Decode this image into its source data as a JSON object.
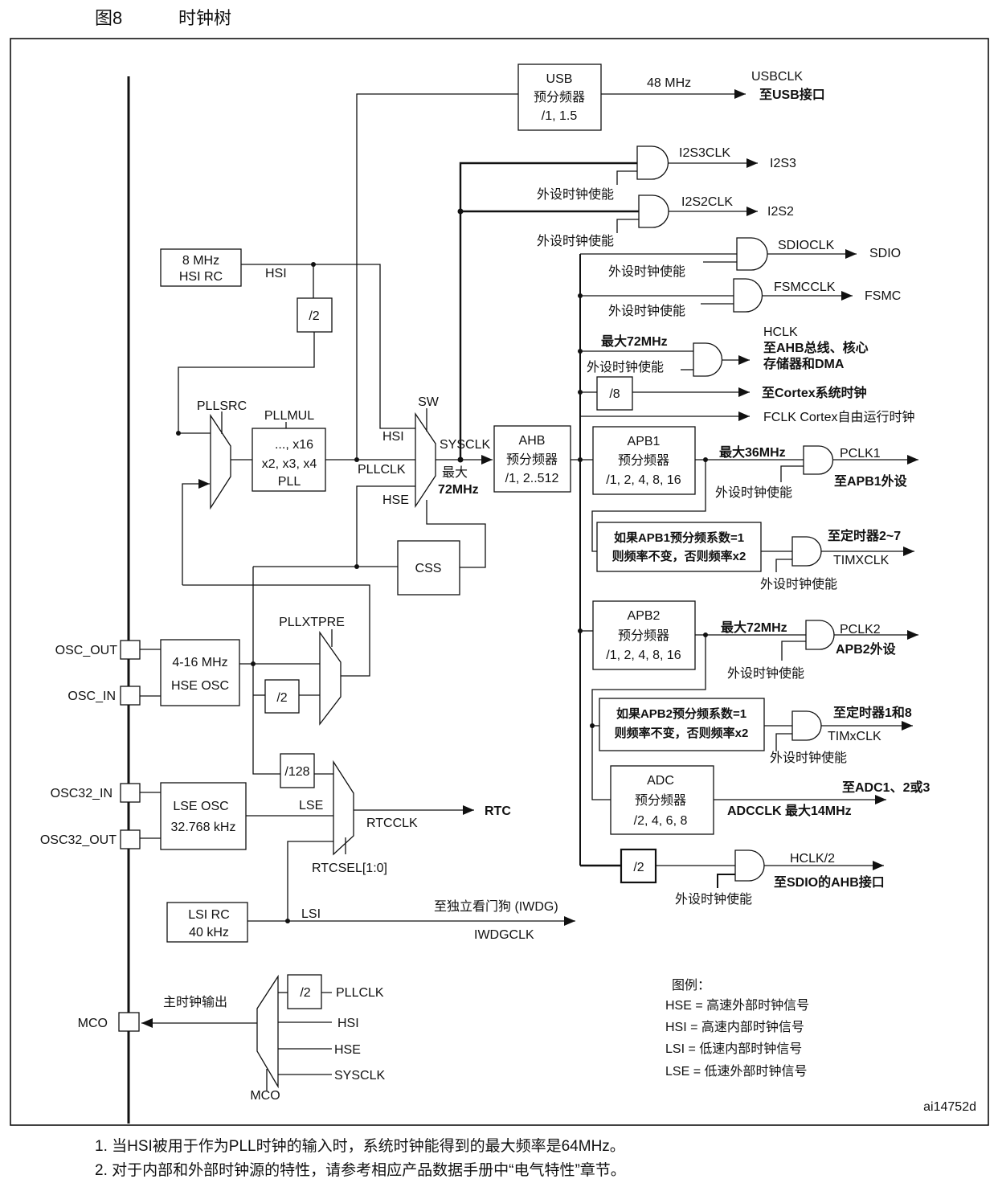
{
  "figure": {
    "number": "图8",
    "title": "时钟树",
    "id": "ai14752d"
  },
  "notes": [
    "1. 当HSI被用于作为PLL时钟的输入时，系统时钟能得到的最大频率是64MHz。",
    "2. 对于内部和外部时钟源的特性，请参考相应产品数据手册中“电气特性”章节。"
  ],
  "enable_label": "外设时钟使能",
  "usb": {
    "lines": [
      "USB",
      "预分频器",
      "/1, 1.5"
    ],
    "freq": "48 MHz",
    "out": "USBCLK",
    "dest": "至USB接口"
  },
  "i2s3": {
    "clk": "I2S3CLK",
    "dest": "I2S3"
  },
  "i2s2": {
    "clk": "I2S2CLK",
    "dest": "I2S2"
  },
  "sdio": {
    "clk": "SDIOCLK",
    "dest": "SDIO"
  },
  "fsmc": {
    "clk": "FSMCCLK",
    "dest": "FSMC"
  },
  "hclk": {
    "max": "最大72MHz",
    "lines": [
      "HCLK",
      "至AHB总线、核心",
      "存储器和DMA"
    ]
  },
  "cortex": {
    "div": "/8",
    "dest": "至Cortex系统时钟",
    "fclk": "FCLK Cortex自由运行时钟"
  },
  "hsi_rc": {
    "lines": [
      "8 MHz",
      "HSI RC"
    ],
    "label": "HSI",
    "div": "/2"
  },
  "pll": {
    "src": "PLLSRC",
    "mul": "PLLMUL",
    "lines": [
      "..., x16",
      "x2, x3, x4",
      "PLL"
    ]
  },
  "sw": {
    "label": "SW",
    "hsi": "HSI",
    "pllclk": "PLLCLK",
    "hse": "HSE",
    "sysclk": "SYSCLK",
    "max_prefix": "最大",
    "max_value": "72MHz"
  },
  "css": "CSS",
  "ahb": {
    "lines": [
      "AHB",
      "预分频器",
      "/1, 2..512"
    ]
  },
  "apb1": {
    "lines": [
      "APB1",
      "预分频器",
      "/1, 2, 4, 8, 16"
    ],
    "max": "最大36MHz",
    "out": "PCLK1",
    "dest": "至APB1外设",
    "timer_box": [
      "如果APB1预分频系数=1",
      "则频率不变，否则频率x2"
    ],
    "timer_dest": "至定时器2~7",
    "timer_clk": "TIMXCLK"
  },
  "apb2": {
    "lines": [
      "APB2",
      "预分频器",
      "/1, 2, 4, 8, 16"
    ],
    "max": "最大72MHz",
    "out": "PCLK2",
    "dest": "APB2外设",
    "timer_box": [
      "如果APB2预分频系数=1",
      "则频率不变，否则频率x2"
    ],
    "timer_dest": "至定时器1和8",
    "timer_clk": "TIMxCLK"
  },
  "adc": {
    "lines": [
      "ADC",
      "预分频器",
      "/2, 4, 6, 8"
    ],
    "dest": "至ADC1、2或3",
    "out": "ADCCLK 最大14MHz"
  },
  "hclk2": {
    "div": "/2",
    "out": "HCLK/2",
    "dest": "至SDIO的AHB接口"
  },
  "pins": {
    "osc_out": "OSC_OUT",
    "osc_in": "OSC_IN",
    "osc32_in": "OSC32_IN",
    "osc32_out": "OSC32_OUT",
    "mco": "MCO"
  },
  "hse_osc": {
    "lines": [
      "4-16 MHz",
      "HSE OSC"
    ],
    "div": "/2",
    "pllxtpre": "PLLXTPRE"
  },
  "rtc": {
    "div": "/128",
    "lse": "LSE",
    "out": "RTCCLK",
    "dest": "RTC",
    "sel": "RTCSEL[1:0]"
  },
  "lse_osc": {
    "lines": [
      "LSE OSC",
      "32.768 kHz"
    ]
  },
  "lsi_rc": {
    "lines": [
      "LSI RC",
      "40 kHz"
    ],
    "label": "LSI",
    "dest": "至独立看门狗 (IWDG)",
    "out": "IWDGCLK"
  },
  "mco": {
    "label": "主时钟输出",
    "sel": "MCO",
    "div": "/2",
    "inputs": [
      "PLLCLK",
      "HSI",
      "HSE",
      "SYSCLK"
    ]
  },
  "legend": {
    "title": "图例：",
    "items": [
      "HSE = 高速外部时钟信号",
      "HSI = 高速内部时钟信号",
      "LSI = 低速内部时钟信号",
      "LSE = 低速外部时钟信号"
    ]
  }
}
